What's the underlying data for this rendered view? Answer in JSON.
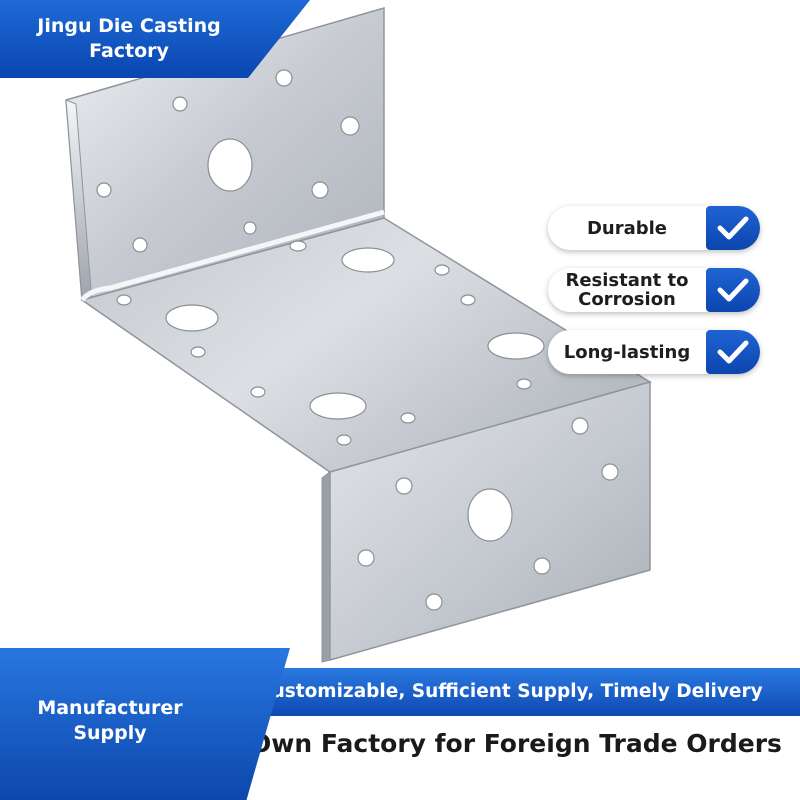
{
  "brand": {
    "name": "Jingu Die Casting Factory"
  },
  "features": [
    {
      "label": "Durable",
      "icon": "check-icon"
    },
    {
      "label": "Resistant to Corrosion",
      "icon": "check-icon"
    },
    {
      "label": "Long-lasting",
      "icon": "check-icon"
    }
  ],
  "footer": {
    "left_label": "Manufacturer Supply",
    "strip_text": "Customizable, Sufficient Supply, Timely Delivery",
    "main_text": "Own Factory for Foreign Trade Orders"
  },
  "colors": {
    "accent_blue": "#0a46b0",
    "metal": "#c9cdd3",
    "text_dark": "#1e1e1e"
  }
}
